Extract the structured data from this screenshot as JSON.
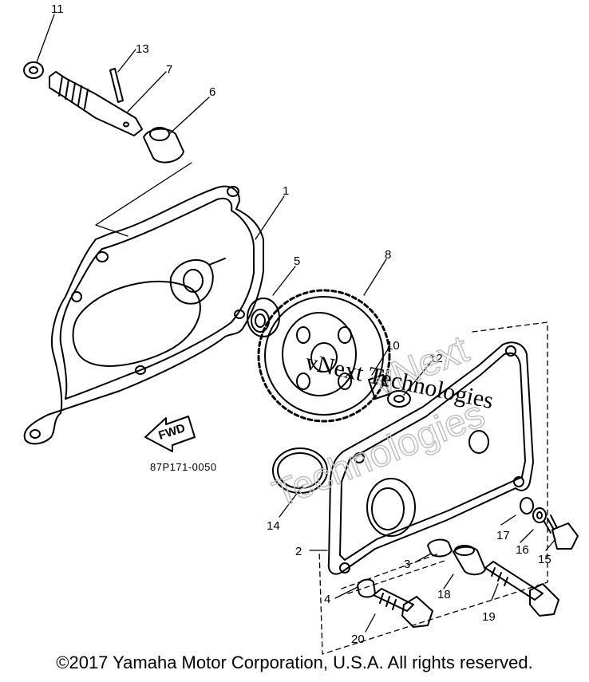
{
  "diagram": {
    "part_numbers": [
      "11",
      "13",
      "7",
      "6",
      "1",
      "5",
      "8",
      "10",
      "12",
      "14",
      "2",
      "3",
      "4",
      "20",
      "18",
      "19",
      "17",
      "16",
      "15"
    ],
    "diagram_code": "87P171-0050",
    "fwd_label": "FWD",
    "watermark": {
      "line1": "vNext Technologies",
      "line2a": "vNext",
      "line2b": "Technologies"
    }
  },
  "footer": {
    "copyright": "©2017 Yamaha Motor Corporation, U.S.A. All rights reserved."
  }
}
